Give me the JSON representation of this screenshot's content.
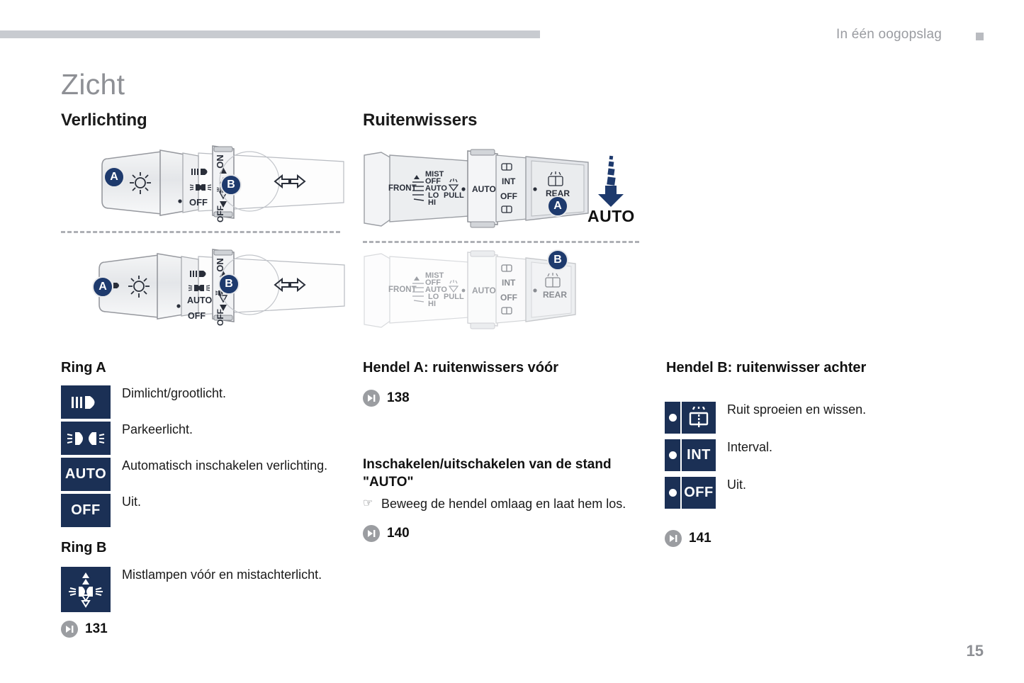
{
  "header": {
    "title": "In één oogopslag",
    "square_icon": "square-icon"
  },
  "chapter_title": "Zicht",
  "sections": {
    "lighting_title": "Verlichting",
    "wipers_title": "Ruitenwissers"
  },
  "left_column": {
    "ring_a_heading": "Ring A",
    "ring_a_items": [
      {
        "icon": "dipped-main-beam-icon",
        "icon_text": "",
        "label": "Dimlicht/grootlicht."
      },
      {
        "icon": "parking-light-icon",
        "icon_text": "",
        "label": "Parkeerlicht."
      },
      {
        "icon": "auto-icon",
        "icon_text": "AUTO",
        "label": "Automatisch inschakelen verlichting."
      },
      {
        "icon": "off-icon",
        "icon_text": "OFF",
        "label": "Uit."
      }
    ],
    "ring_b_heading": "Ring B",
    "ring_b_items": [
      {
        "icon": "fog-lamps-icon",
        "icon_text": "",
        "label": "Mistlampen vóór en mistachterlicht."
      }
    ],
    "page_ref": "131"
  },
  "middle_column": {
    "heading": "Hendel A: ruitenwissers vóór",
    "page_ref_top": "138",
    "sub_heading": "Inschakelen/uitschakelen van de stand \"AUTO\"",
    "bullet_glyph": "pointing-hand-icon",
    "bullet_text": "Beweeg de hendel omlaag en laat hem los.",
    "page_ref_bottom": "140"
  },
  "right_column": {
    "heading": "Hendel B: ruitenwisser achter",
    "items": [
      {
        "icon": "rear-wash-wipe-icon",
        "icon_text": "",
        "label": "Ruit sproeien en wissen."
      },
      {
        "icon": "interval-icon",
        "icon_text": "INT",
        "label": "Interval."
      },
      {
        "icon": "off-icon",
        "icon_text": "OFF",
        "label": "Uit."
      }
    ],
    "page_ref": "141"
  },
  "illustrations": {
    "lighting_top": {
      "marker_a": "A",
      "marker_b": "B",
      "ring_labels": [
        "ON",
        "OFF"
      ],
      "stalk_labels": [
        "OFF"
      ]
    },
    "lighting_bottom": {
      "marker_a": "A",
      "marker_b": "B",
      "stalk_labels": [
        "AUTO",
        "OFF"
      ],
      "ring_labels": [
        "ON",
        "OFF"
      ]
    },
    "wiper_top": {
      "marker_a": "A",
      "labels": [
        "FRONT",
        "MIST",
        "OFF",
        "AUTO",
        "LO",
        "HI",
        "PULL",
        "AUTO",
        "INT",
        "OFF",
        "REAR"
      ],
      "arrow_label": "AUTO",
      "arrow_icon": "down-arrow-icon"
    },
    "wiper_bottom": {
      "marker_b": "B",
      "labels": [
        "FRONT",
        "MIST",
        "OFF",
        "AUTO",
        "LO",
        "HI",
        "PULL",
        "AUTO",
        "INT",
        "OFF",
        "REAR"
      ]
    }
  },
  "page_number": "15",
  "colors": {
    "navy": "#1b3055",
    "marker_blue": "#1e3a6d",
    "gray_bar": "#c8cbd0",
    "gray_text": "#8e9095"
  }
}
